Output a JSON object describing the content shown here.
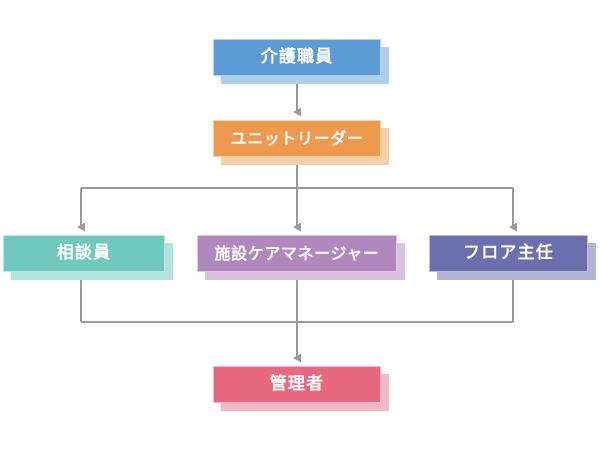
{
  "diagram": {
    "type": "org-chart",
    "title_text": "",
    "background_color": "#ffffff",
    "connector_color": "#9a9a9a",
    "nodes": [
      {
        "id": "care-staff",
        "label": "介護職員",
        "color": "#5C9BD5",
        "shadow_color": "#ACCFEC",
        "level": 1
      },
      {
        "id": "unit-leader",
        "label": "ユニットリーダー",
        "color": "#ED9A4F",
        "shadow_color": "#F7CFA7",
        "level": 2
      },
      {
        "id": "counselor",
        "label": "相談員",
        "color": "#6FC9BE",
        "shadow_color": "#B4E3DD",
        "level": 3
      },
      {
        "id": "facility-care-manager",
        "label": "施設ケアマネージャー",
        "color": "#B088BE",
        "shadow_color": "#D9C3E0",
        "level": 3
      },
      {
        "id": "floor-chief",
        "label": "フロア主任",
        "color": "#6B6FAE",
        "shadow_color": "#B2B4D7",
        "level": 3
      },
      {
        "id": "administrator",
        "label": "管理者",
        "color": "#E8687F",
        "shadow_color": "#F4B8C3",
        "level": 4
      }
    ],
    "edges": [
      {
        "id": "edge-care-staff-to-unit-leader",
        "from": "care-staff",
        "to": "unit-leader"
      },
      {
        "id": "edge-unit-leader-to-counselor",
        "from": "unit-leader",
        "to": "counselor"
      },
      {
        "id": "edge-unit-leader-to-facility-care-manager",
        "from": "unit-leader",
        "to": "facility-care-manager"
      },
      {
        "id": "edge-unit-leader-to-floor-chief",
        "from": "unit-leader",
        "to": "floor-chief"
      },
      {
        "id": "edge-counselor-to-administrator",
        "from": "counselor",
        "to": "administrator"
      },
      {
        "id": "edge-facility-care-manager-to-administrator",
        "from": "facility-care-manager",
        "to": "administrator"
      },
      {
        "id": "edge-floor-chief-to-administrator",
        "from": "floor-chief",
        "to": "administrator"
      }
    ]
  }
}
